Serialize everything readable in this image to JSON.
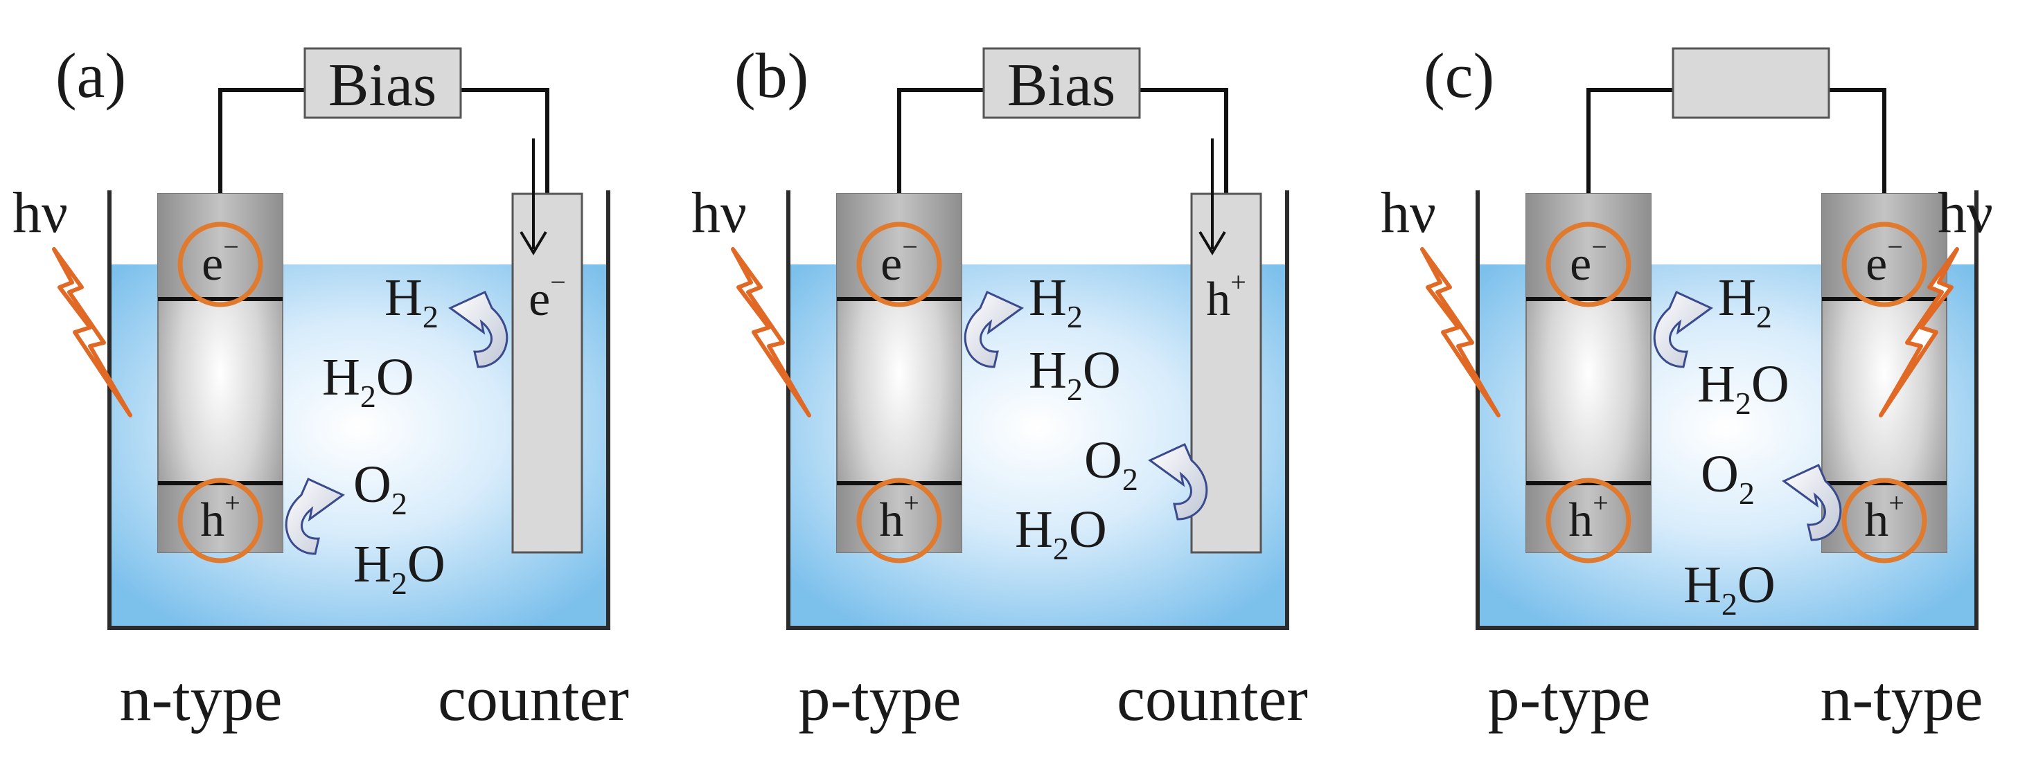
{
  "panels": [
    {
      "letter": "(a)",
      "bias": "Bias",
      "light_left": "hν",
      "light_right": "",
      "left_carriers": {
        "top": "e",
        "top_sup": "−",
        "bottom": "h",
        "bottom_sup": "+"
      },
      "right_carrier": {
        "base": "e",
        "sup": "−"
      },
      "right_carriers": null,
      "reaction_top": {
        "product": "H",
        "product_sub": "2",
        "reactant": "H",
        "reactant_sub": "2",
        "reactant_tail": "O"
      },
      "reaction_bottom": {
        "product": "O",
        "product_sub": "2",
        "reactant": "H",
        "reactant_sub": "2",
        "reactant_tail": "O"
      },
      "label_left": "n-type",
      "label_right": "counter"
    },
    {
      "letter": "(b)",
      "bias": "Bias",
      "light_left": "hν",
      "light_right": "",
      "left_carriers": {
        "top": "e",
        "top_sup": "−",
        "bottom": "h",
        "bottom_sup": "+"
      },
      "right_carrier": {
        "base": "h",
        "sup": "+"
      },
      "right_carriers": null,
      "reaction_top": {
        "product": "H",
        "product_sub": "2",
        "reactant": "H",
        "reactant_sub": "2",
        "reactant_tail": "O"
      },
      "reaction_bottom": {
        "product": "O",
        "product_sub": "2",
        "reactant": "H",
        "reactant_sub": "2",
        "reactant_tail": "O"
      },
      "label_left": "p-type",
      "label_right": "counter"
    },
    {
      "letter": "(c)",
      "bias": "",
      "light_left": "hν",
      "light_right": "hν",
      "left_carriers": {
        "top": "e",
        "top_sup": "−",
        "bottom": "h",
        "bottom_sup": "+"
      },
      "right_carrier": null,
      "right_carriers": {
        "top": "e",
        "top_sup": "−",
        "bottom": "h",
        "bottom_sup": "+"
      },
      "reaction_top": {
        "product": "H",
        "product_sub": "2",
        "reactant": "H",
        "reactant_sub": "2",
        "reactant_tail": "O"
      },
      "reaction_bottom": {
        "product": "O",
        "product_sub": "2",
        "reactant": "H",
        "reactant_sub": "2",
        "reactant_tail": "O"
      },
      "label_left": "p-type",
      "label_right": "n-type"
    }
  ],
  "colors": {
    "electrolyte_center": "#ffffff",
    "electrolyte_edge": "#7cc0ec",
    "electrode_gray": "#a8a8a8",
    "electrode_light": "#f4f4f4",
    "counter_fill": "#d9d9d9",
    "carrier_ring": "#e07a2e",
    "bolt_stroke": "#e06a25",
    "arrow_stroke": "#3a4a8c",
    "bias_box": "#d9d9d9",
    "beaker": "#2b2b2b"
  }
}
